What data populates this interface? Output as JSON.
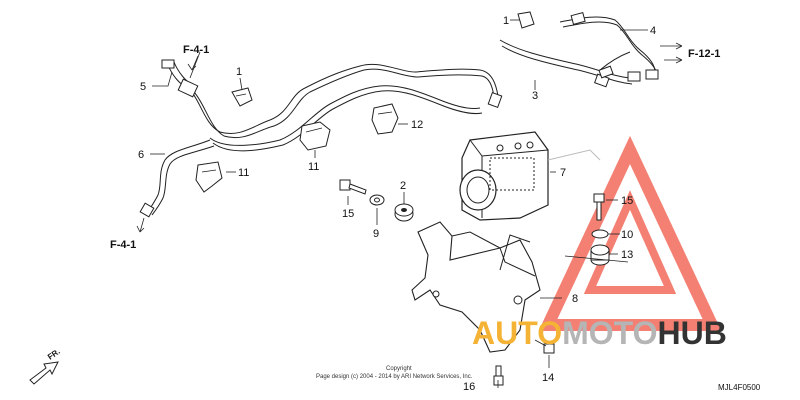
{
  "diagram": {
    "callouts": {
      "c1_top": "1",
      "c1_left": "1",
      "c2": "2",
      "c3": "3",
      "c4": "4",
      "c5": "5",
      "c6": "6",
      "c7": "7",
      "c8": "8",
      "c9": "9",
      "c10": "10",
      "c11": "11",
      "c12": "12",
      "c13": "13",
      "c14": "14",
      "c15_left": "15",
      "c15_right": "15",
      "c16": "16"
    },
    "references": {
      "f41_top": "F-4-1",
      "f41_bottom": "F-4-1",
      "f121": "F-12-1"
    },
    "direction_label": "FR.",
    "diagram_code": "MJL4F0500",
    "copyright_line1": "Copyright",
    "copyright_line2": "Page design (c) 2004 - 2014 by ARI Network Services, Inc.",
    "watermark": {
      "text_orange": "AUTO",
      "text_gray": "MOTO",
      "text_dark": "HUB",
      "logo_color": "#f26b5b",
      "orange_color": "#f5b335"
    }
  }
}
